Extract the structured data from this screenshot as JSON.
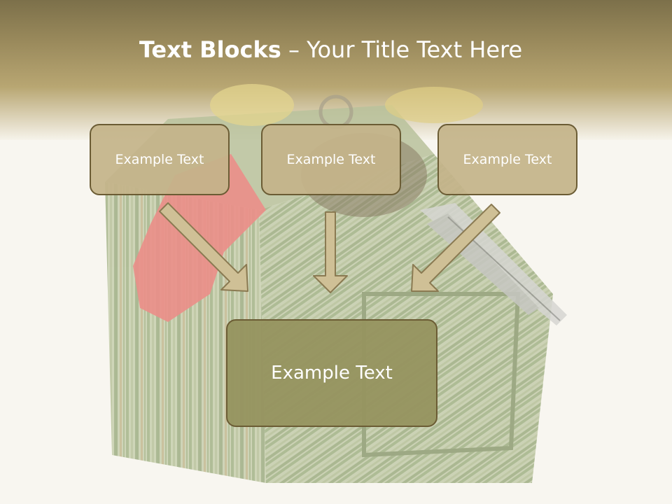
{
  "title": {
    "bold": "Text Blocks",
    "separator": " – ",
    "rest": "Your Title Text Here"
  },
  "blocks": [
    {
      "label": "Example Text"
    },
    {
      "label": "Example Text"
    },
    {
      "label": "Example Text"
    }
  ],
  "target": {
    "label": "Example Text"
  },
  "colors": {
    "box_fill": "#c4b48a",
    "box_border": "#6b5c34",
    "target_fill": "#969460",
    "arrow_fill": "#cfc096",
    "arrow_stroke": "#8a7a52",
    "title_text": "#ffffff"
  },
  "icons": [
    "arrow-down-right-icon",
    "arrow-down-icon",
    "arrow-down-left-icon"
  ]
}
